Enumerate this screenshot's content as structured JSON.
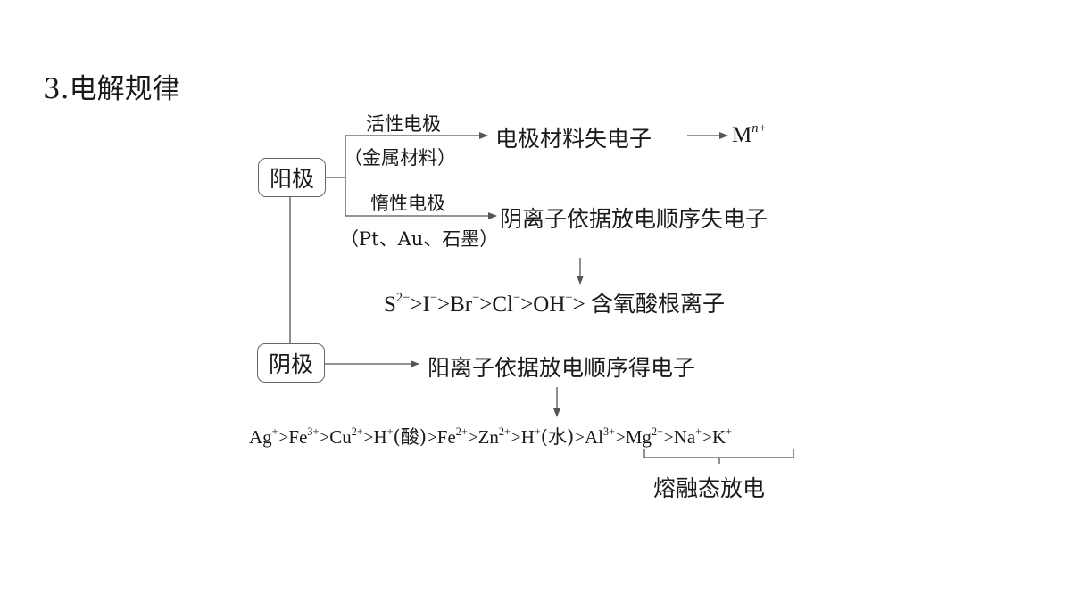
{
  "title": "3.电解规律",
  "anode": {
    "label": "阳极",
    "active": {
      "line1": "活性电极",
      "line2": "（金属材料）",
      "result": "电极材料失电子",
      "product_base": "M",
      "product_sup": "n+"
    },
    "inert": {
      "line1": "惰性电极",
      "line2": "（Pt、Au、石墨）",
      "result": "阴离子依据放电顺序失电子"
    },
    "order": [
      {
        "base": "S",
        "sup": "2−"
      },
      {
        "sep": ">"
      },
      {
        "base": "I",
        "sup": "−"
      },
      {
        "sep": ">"
      },
      {
        "base": "Br",
        "sup": "−"
      },
      {
        "sep": ">"
      },
      {
        "base": "Cl",
        "sup": "−"
      },
      {
        "sep": ">"
      },
      {
        "base": "OH",
        "sup": "−"
      },
      {
        "sep": "> "
      },
      {
        "base": "含氧酸根离子"
      }
    ]
  },
  "cathode": {
    "label": "阴极",
    "result": "阳离子依据放电顺序得电子",
    "order": [
      {
        "base": "Ag",
        "sup": "+"
      },
      {
        "sep": ">"
      },
      {
        "base": "Fe",
        "sup": "3+"
      },
      {
        "sep": ">"
      },
      {
        "base": "Cu",
        "sup": "2+"
      },
      {
        "sep": ">"
      },
      {
        "base": "H",
        "sup": "+"
      },
      {
        "base": "(酸)"
      },
      {
        "sep": ">"
      },
      {
        "base": "Fe",
        "sup": "2+"
      },
      {
        "sep": ">"
      },
      {
        "base": "Zn",
        "sup": "2+"
      },
      {
        "sep": ">"
      },
      {
        "base": "H",
        "sup": "+"
      },
      {
        "base": "(水)"
      },
      {
        "sep": ">"
      },
      {
        "base": "Al",
        "sup": "3+"
      },
      {
        "sep": ">"
      },
      {
        "base": "Mg",
        "sup": "2+"
      },
      {
        "sep": ">"
      },
      {
        "base": "Na",
        "sup": "+"
      },
      {
        "sep": ">"
      },
      {
        "base": "K",
        "sup": "+"
      }
    ],
    "bracket_note": "熔融态放电"
  },
  "colors": {
    "text": "#1a1a1a",
    "line": "#555555",
    "box_border": "#666666"
  }
}
